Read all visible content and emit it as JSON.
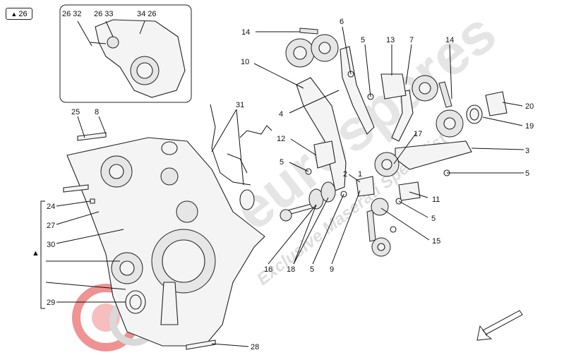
{
  "reference_box": {
    "symbol": "▲",
    "number": "26"
  },
  "watermark": {
    "brand": "eurospares",
    "tagline": "Exclusive Maserati Specialist"
  },
  "inset_labels": [
    {
      "id": "i1",
      "text": "26 32"
    },
    {
      "id": "i2",
      "text": "26 33"
    },
    {
      "id": "i3",
      "text": "34 26"
    }
  ],
  "callouts": [
    {
      "id": "c14a",
      "text": "14"
    },
    {
      "id": "c6",
      "text": "6"
    },
    {
      "id": "c5a",
      "text": "5"
    },
    {
      "id": "c13",
      "text": "13"
    },
    {
      "id": "c7",
      "text": "7"
    },
    {
      "id": "c14b",
      "text": "14"
    },
    {
      "id": "c10",
      "text": "10"
    },
    {
      "id": "c20",
      "text": "20"
    },
    {
      "id": "c19",
      "text": "19"
    },
    {
      "id": "c4",
      "text": "4"
    },
    {
      "id": "c31",
      "text": "31"
    },
    {
      "id": "c25",
      "text": "25"
    },
    {
      "id": "c8",
      "text": "8"
    },
    {
      "id": "c17",
      "text": "17"
    },
    {
      "id": "c12",
      "text": "12"
    },
    {
      "id": "c3",
      "text": "3"
    },
    {
      "id": "c5b",
      "text": "5"
    },
    {
      "id": "c5c",
      "text": "5"
    },
    {
      "id": "c2",
      "text": "2"
    },
    {
      "id": "c1",
      "text": "1"
    },
    {
      "id": "c11",
      "text": "11"
    },
    {
      "id": "c24",
      "text": "24"
    },
    {
      "id": "c27",
      "text": "27"
    },
    {
      "id": "c5d",
      "text": "5"
    },
    {
      "id": "c30",
      "text": "30"
    },
    {
      "id": "c15",
      "text": "15"
    },
    {
      "id": "c16",
      "text": "16"
    },
    {
      "id": "c18",
      "text": "18"
    },
    {
      "id": "c5e",
      "text": "5"
    },
    {
      "id": "c9",
      "text": "9"
    },
    {
      "id": "c29",
      "text": "29"
    },
    {
      "id": "c28",
      "text": "28"
    },
    {
      "id": "bracket",
      "text": "▲"
    }
  ]
}
